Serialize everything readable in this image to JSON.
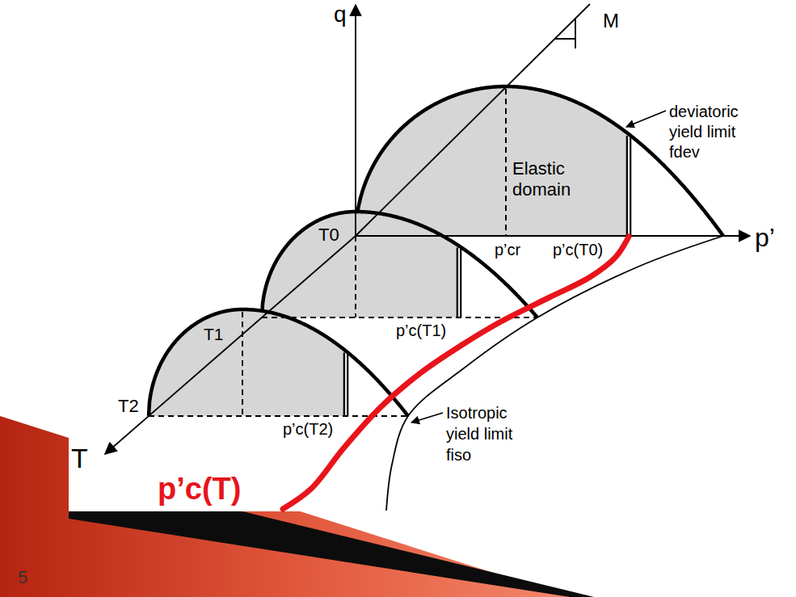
{
  "diagram": {
    "labels": [
      "q",
      "M",
      "deviatoric yield limit fdev",
      "Elastic domain",
      "T0",
      "p’cr",
      "p’c(T0)",
      "p’",
      "T1",
      "p’c(T1)",
      "T2",
      "p’c(T2)",
      "T",
      "Isotropic yield limit fiso",
      "p’c(T)",
      "5"
    ]
  }
}
